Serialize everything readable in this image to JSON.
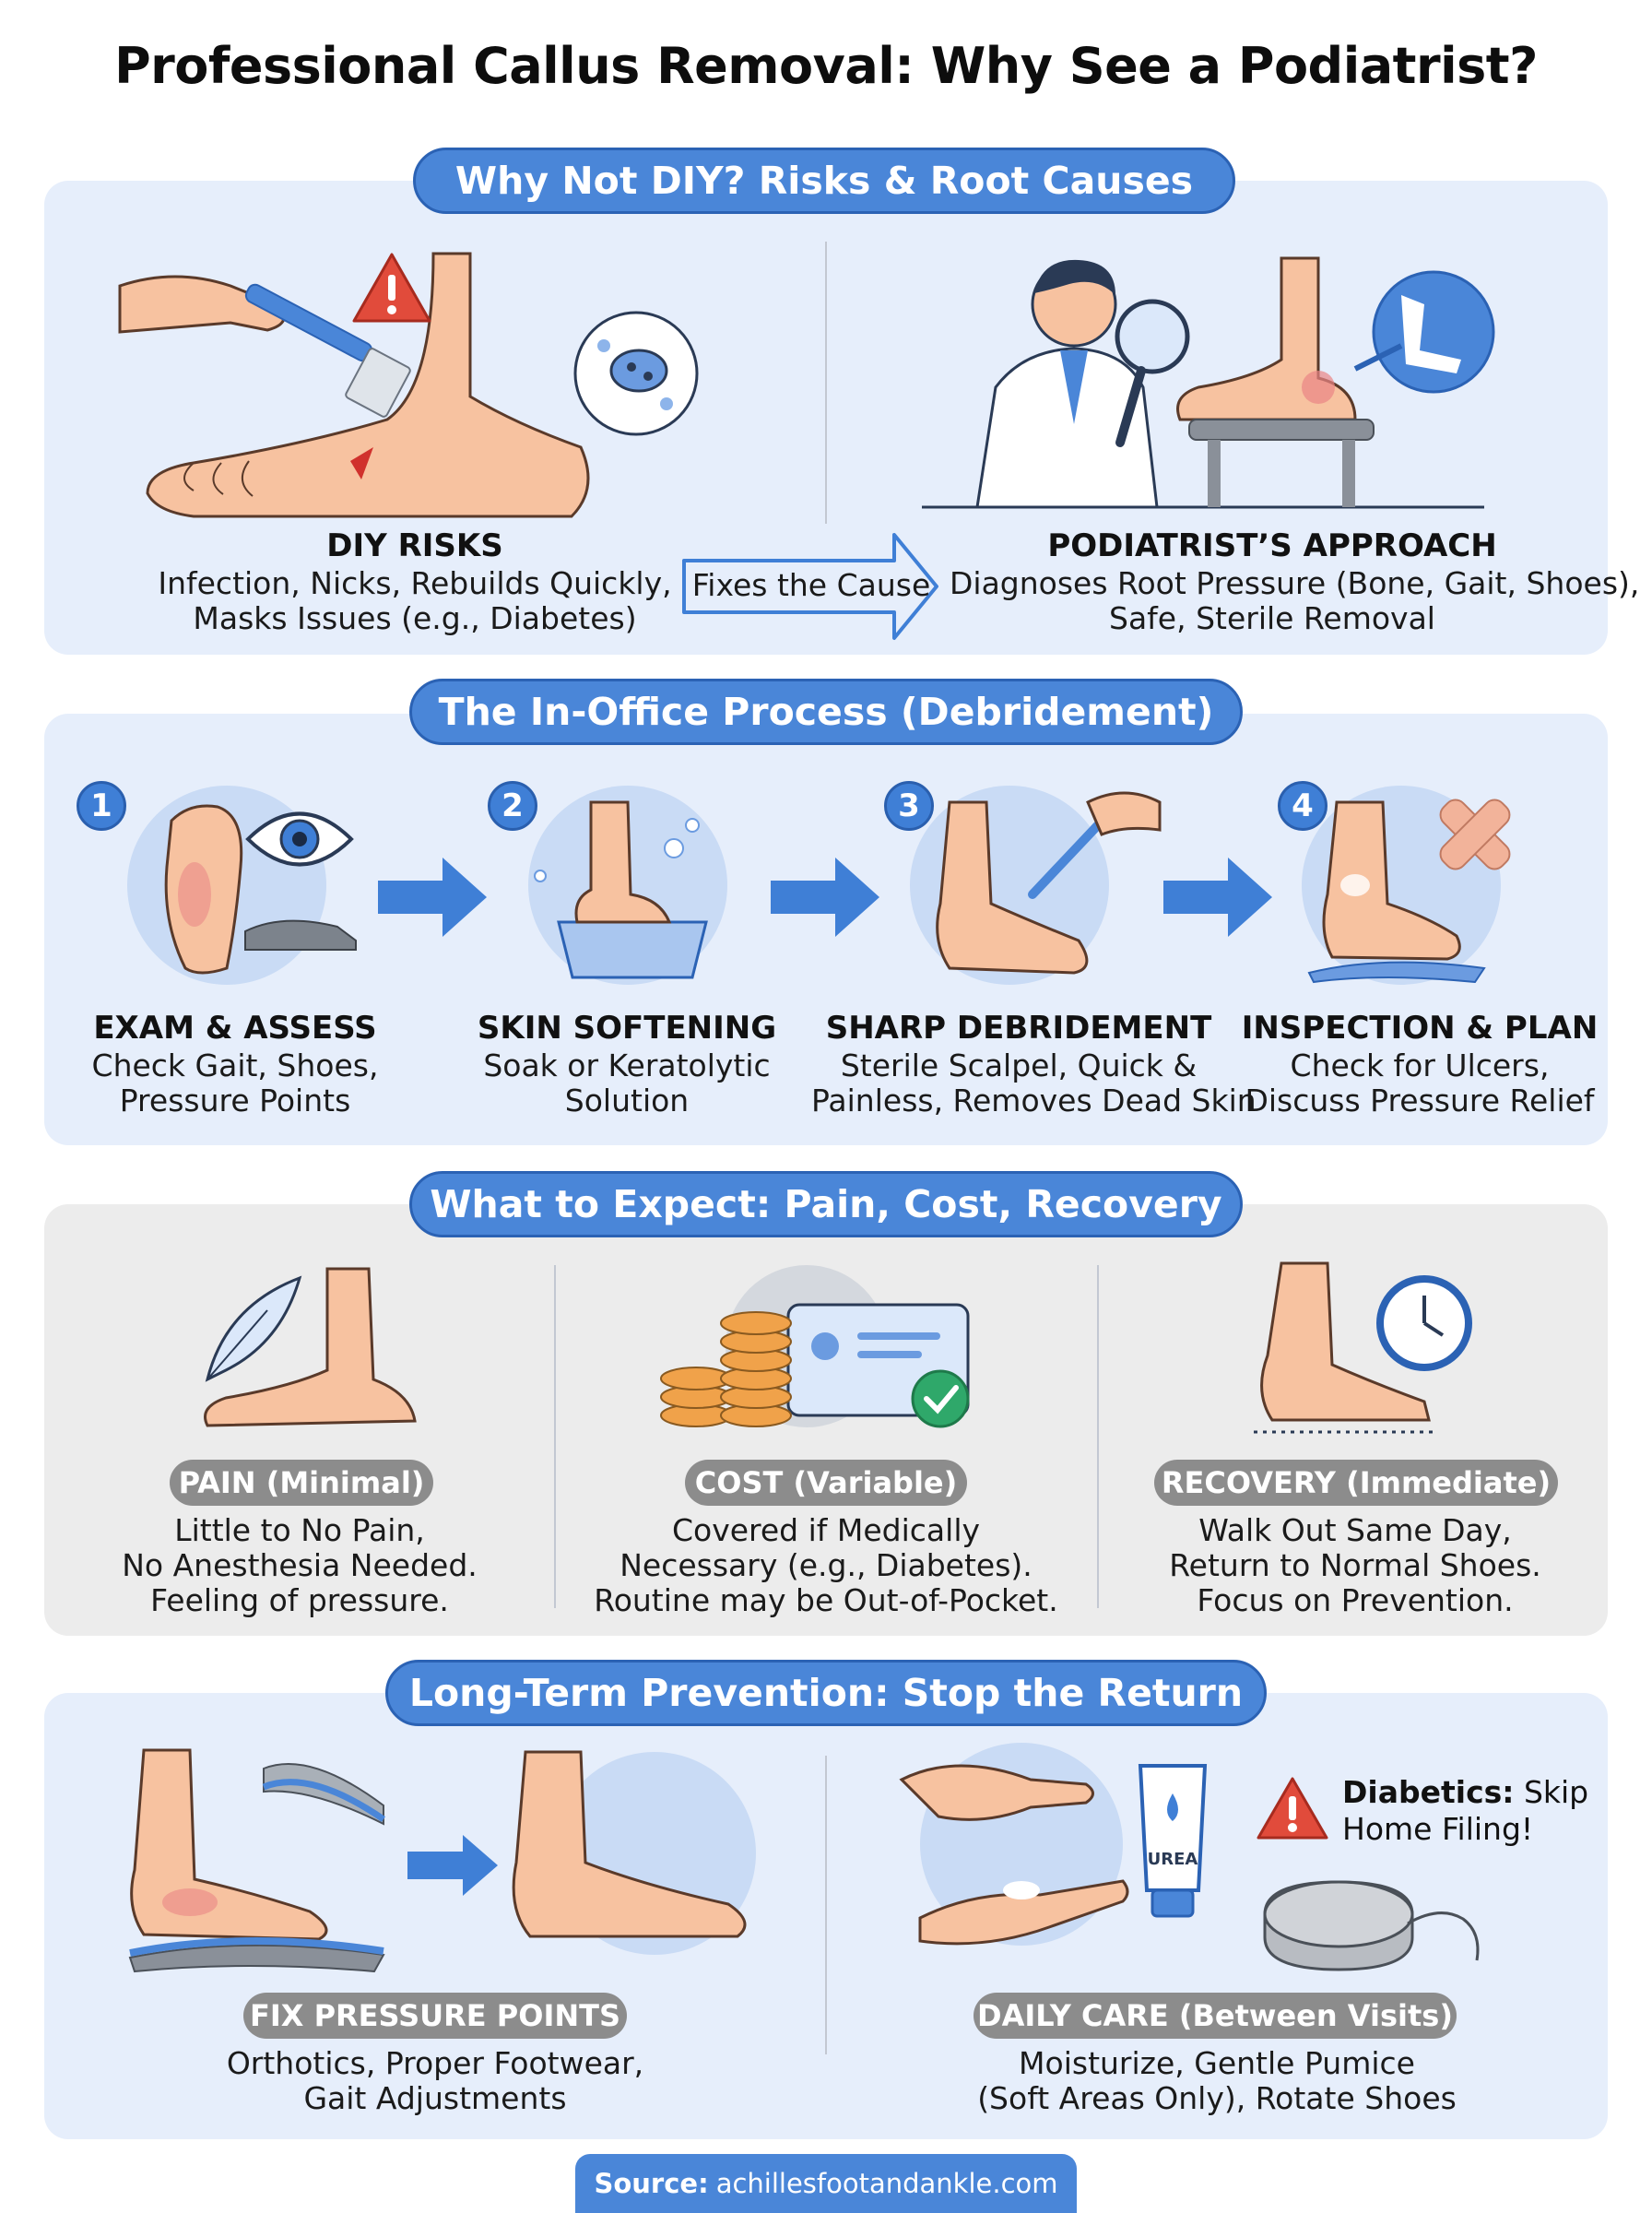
{
  "title": "Professional Callus Removal: Why See a Podiatrist?",
  "sections": {
    "diy": {
      "heading": "Why Not DIY? Risks & Root Causes",
      "risks_label": "DIY RISKS",
      "risks_text": [
        "Infection, Nicks, Rebuilds Quickly,",
        "Masks Issues (e.g., Diabetes)"
      ],
      "arrow_text": "Fixes the Cause",
      "approach_label": "PODIATRIST’S APPROACH",
      "approach_text": [
        "Diagnoses Root Pressure (Bone, Gait, Shoes),",
        "Safe, Sterile Removal"
      ]
    },
    "process": {
      "heading": "The In-Office Process (Debridement)",
      "steps": [
        {
          "num": "1",
          "label": "EXAM & ASSESS",
          "text": [
            "Check Gait, Shoes,",
            "Pressure Points"
          ]
        },
        {
          "num": "2",
          "label": "SKIN SOFTENING",
          "text": [
            "Soak or Keratolytic",
            "Solution"
          ]
        },
        {
          "num": "3",
          "label": "SHARP DEBRIDEMENT",
          "text": [
            "Sterile Scalpel, Quick &",
            "Painless, Removes Dead Skin"
          ]
        },
        {
          "num": "4",
          "label": "INSPECTION & PLAN",
          "text": [
            "Check for Ulcers,",
            "Discuss Pressure Relief"
          ]
        }
      ]
    },
    "expect": {
      "heading": "What to Expect: Pain, Cost, Recovery",
      "items": [
        {
          "label": "PAIN (Minimal)",
          "text": [
            "Little to No Pain,",
            "No Anesthesia Needed.",
            "Feeling of pressure."
          ]
        },
        {
          "label": "COST (Variable)",
          "text": [
            "Covered if Medically",
            "Necessary (e.g., Diabetes).",
            "Routine may be Out-of-Pocket."
          ]
        },
        {
          "label": "RECOVERY (Immediate)",
          "text": [
            "Walk Out Same Day,",
            "Return to Normal Shoes.",
            "Focus on Prevention."
          ]
        }
      ]
    },
    "prevention": {
      "heading": "Long-Term Prevention: Stop the Return",
      "fix_label": "FIX PRESSURE POINTS",
      "fix_text": [
        "Orthotics, Proper Footwear,",
        "Gait Adjustments"
      ],
      "care_label": "DAILY CARE (Between Visits)",
      "care_text": [
        "Moisturize, Gentle Pumice",
        "(Soft Areas Only), Rotate Shoes"
      ],
      "urea_label": "UREA",
      "warning_bold": "Diabetics:",
      "warning_rest": " Skip",
      "warning_line2": "Home Filing!"
    }
  },
  "source": {
    "label": "Source:",
    "url": "achillesfootandankle.com"
  },
  "colors": {
    "accent": "#4a86d8",
    "panel_blue": "#e6eefb",
    "panel_gray": "#ececec",
    "skin": "#f7c2a0",
    "warning": "#e14b3b",
    "check": "#2fa86a",
    "coin": "#f0a24a"
  }
}
